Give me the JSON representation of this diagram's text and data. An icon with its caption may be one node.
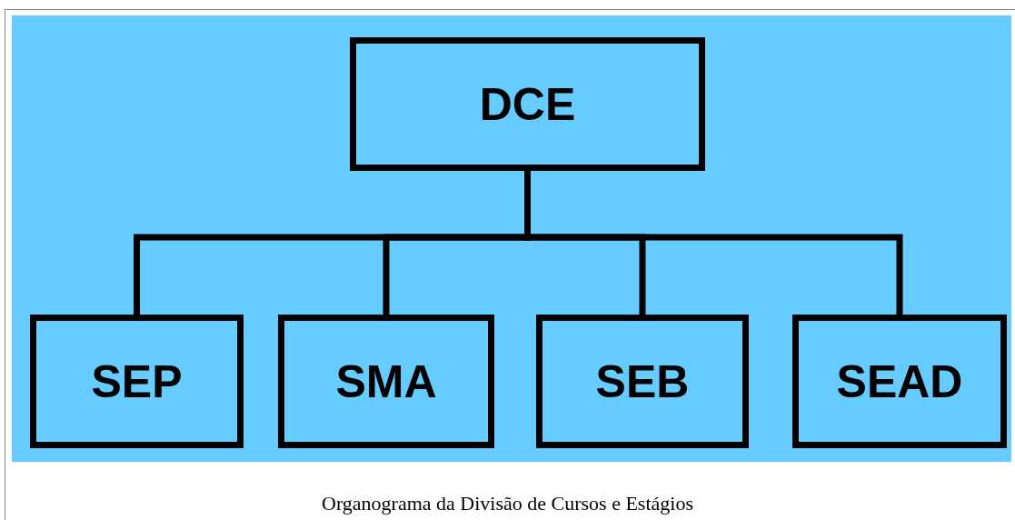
{
  "diagram": {
    "caption": "Organograma da Divisão de Cursos e Estágios",
    "nodes": [
      {
        "text": [
          "DCE"
        ]
      },
      {
        "text": [
          "SEP"
        ]
      },
      {
        "text": [
          "SMA"
        ]
      },
      {
        "text": [
          "SEB"
        ]
      },
      {
        "text": [
          "SEAD"
        ]
      }
    ],
    "edges": [
      {
        "from": 0,
        "to": 1,
        "arrow": "none"
      },
      {
        "from": 0,
        "to": 2,
        "arrow": "none"
      },
      {
        "from": 0,
        "to": 3,
        "arrow": "none"
      },
      {
        "from": 0,
        "to": 4,
        "arrow": "none"
      }
    ]
  }
}
